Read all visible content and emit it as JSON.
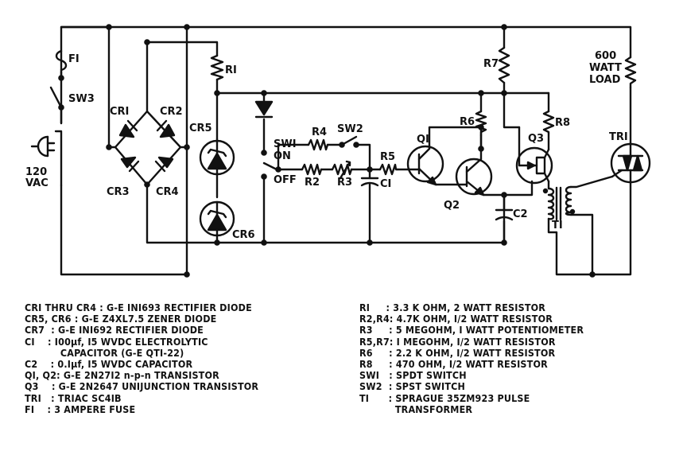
{
  "schematic": {
    "labels": {
      "f1": "FI",
      "sw3": "SW3",
      "supply_voltage": "120",
      "supply_unit": "VAC",
      "cr1": "CRI",
      "cr2": "CR2",
      "cr3": "CR3",
      "cr4": "CR4",
      "r1": "RI",
      "cr5": "CR5",
      "cr6": "CR6",
      "sw1": "SWI",
      "sw1_on": "ON",
      "sw1_off": "OFF",
      "r4": "R4",
      "sw2": "SW2",
      "r2": "R2",
      "r3": "R3",
      "c1": "CI",
      "r5": "R5",
      "r7": "R7",
      "r6": "R6",
      "q1": "QI",
      "q2": "Q2",
      "q3": "Q3",
      "r8": "R8",
      "c2": "C2",
      "t1": "TI",
      "tr1": "TRI",
      "load_line1": "600",
      "load_line2": "WATT",
      "load_line3": "LOAD"
    }
  },
  "parts_list": {
    "left": [
      "CRI THRU CR4 : G-E INI693 RECTIFIER DIODE",
      "CR5, CR6 : G-E Z4XL7.5 ZENER DIODE",
      "CR7  : G-E INI692 RECTIFIER DIODE",
      "CI    : I00µf, I5 WVDC ELECTROLYTIC",
      "           CAPACITOR (G-E QTI-22)",
      "C2    : 0.Iµf, I5 WVDC CAPACITOR",
      "QI, Q2: G-E 2N27I2 n-p-n TRANSISTOR",
      "Q3    : G-E 2N2647 UNIJUNCTION TRANSISTOR",
      "TRI   : TRIAC SC4IB",
      "FI    : 3 AMPERE FUSE"
    ],
    "right": [
      "RI     : 3.3 K OHM, 2 WATT RESISTOR",
      "R2,R4: 4.7K OHM, I/2 WATT RESISTOR",
      "R3     : 5 MEGOHM, I WATT POTENTIOMETER",
      "R5,R7: I MEGOHM, I/2 WATT RESISTOR",
      "R6     : 2.2 K OHM, I/2 WATT RESISTOR",
      "R8     : 470 OHM, I/2 WATT RESISTOR",
      "SWI   : SPDT SWITCH",
      "SW2  : SPST SWITCH",
      "TI      : SPRAGUE 35ZM923 PULSE",
      "           TRANSFORMER"
    ]
  }
}
